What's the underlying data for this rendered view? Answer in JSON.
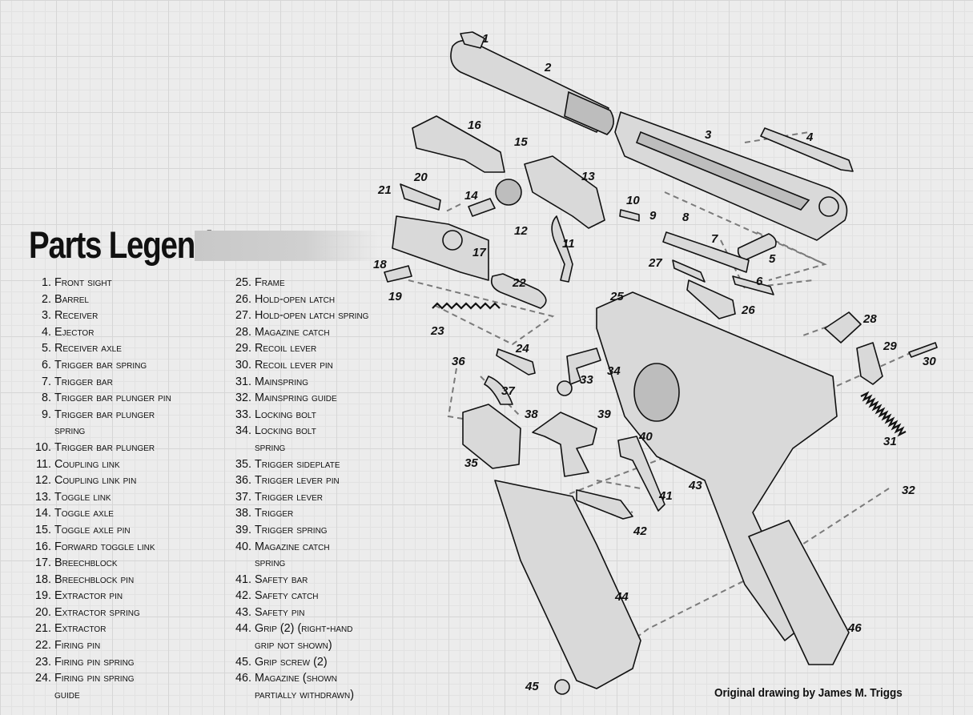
{
  "legend": {
    "title": "Parts Legend",
    "column1": [
      {
        "num": "1.",
        "label": "Front sight"
      },
      {
        "num": "2.",
        "label": "Barrel"
      },
      {
        "num": "3.",
        "label": "Receiver"
      },
      {
        "num": "4.",
        "label": "Ejector"
      },
      {
        "num": "5.",
        "label": "Receiver axle"
      },
      {
        "num": "6.",
        "label": "Trigger bar spring"
      },
      {
        "num": "7.",
        "label": "Trigger bar"
      },
      {
        "num": "8.",
        "label": "Trigger bar plunger pin"
      },
      {
        "num": "9.",
        "label": "Trigger bar plunger",
        "label2": "spring"
      },
      {
        "num": "10.",
        "label": "Trigger bar plunger"
      },
      {
        "num": "11.",
        "label": "Coupling link"
      },
      {
        "num": "12.",
        "label": "Coupling link pin"
      },
      {
        "num": "13.",
        "label": "Toggle link"
      },
      {
        "num": "14.",
        "label": "Toggle axle"
      },
      {
        "num": "15.",
        "label": "Toggle axle pin"
      },
      {
        "num": "16.",
        "label": "Forward toggle link"
      },
      {
        "num": "17.",
        "label": "Breechblock"
      },
      {
        "num": "18.",
        "label": "Breechblock pin"
      },
      {
        "num": "19.",
        "label": "Extractor pin"
      },
      {
        "num": "20.",
        "label": "Extractor spring"
      },
      {
        "num": "21.",
        "label": "Extractor"
      },
      {
        "num": "22.",
        "label": "Firing pin"
      },
      {
        "num": "23.",
        "label": "Firing pin spring"
      },
      {
        "num": "24.",
        "label": "Firing pin spring",
        "label2": "guide"
      }
    ],
    "column2": [
      {
        "num": "25.",
        "label": "Frame"
      },
      {
        "num": "26.",
        "label": "Hold-open latch"
      },
      {
        "num": "27.",
        "label": "Hold-open latch spring"
      },
      {
        "num": "28.",
        "label": "Magazine catch"
      },
      {
        "num": "29.",
        "label": "Recoil lever"
      },
      {
        "num": "30.",
        "label": "Recoil lever pin"
      },
      {
        "num": "31.",
        "label": "Mainspring"
      },
      {
        "num": "32.",
        "label": "Mainspring guide"
      },
      {
        "num": "33.",
        "label": "Locking bolt"
      },
      {
        "num": "34.",
        "label": "Locking bolt",
        "label2": "spring"
      },
      {
        "num": "35.",
        "label": "Trigger sideplate"
      },
      {
        "num": "36.",
        "label": "Trigger lever pin"
      },
      {
        "num": "37.",
        "label": "Trigger lever"
      },
      {
        "num": "38.",
        "label": "Trigger"
      },
      {
        "num": "39.",
        "label": "Trigger spring"
      },
      {
        "num": "40.",
        "label": "Magazine catch",
        "label2": "spring"
      },
      {
        "num": "41.",
        "label": "Safety bar"
      },
      {
        "num": "42.",
        "label": "Safety catch"
      },
      {
        "num": "43.",
        "label": "Safety pin"
      },
      {
        "num": "44.",
        "label": "Grip (2) (right-hand",
        "label2": "grip not shown)"
      },
      {
        "num": "45.",
        "label": "Grip screw (2)"
      },
      {
        "num": "46.",
        "label": "Magazine (shown",
        "label2": "partially withdrawn)"
      }
    ]
  },
  "callouts": [
    "1",
    "2",
    "3",
    "4",
    "5",
    "6",
    "7",
    "8",
    "9",
    "10",
    "11",
    "12",
    "13",
    "14",
    "15",
    "16",
    "17",
    "18",
    "19",
    "20",
    "21",
    "22",
    "23",
    "24",
    "25",
    "26",
    "27",
    "28",
    "29",
    "30",
    "31",
    "32",
    "33",
    "34",
    "35",
    "36",
    "37",
    "38",
    "39",
    "40",
    "41",
    "42",
    "43",
    "44",
    "45",
    "46"
  ],
  "credit": "Original drawing by James M. Triggs"
}
